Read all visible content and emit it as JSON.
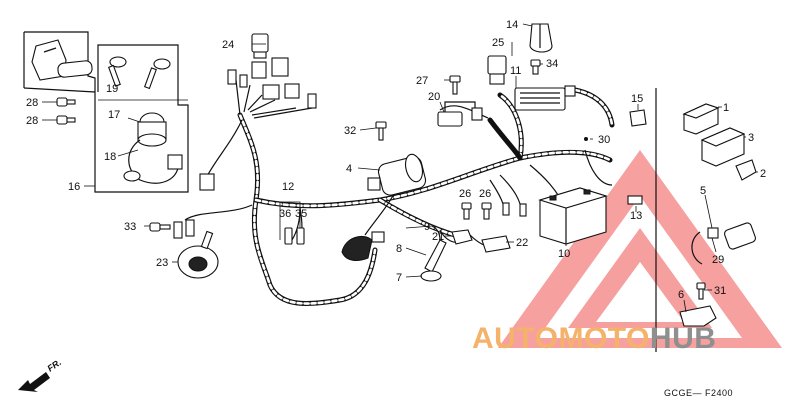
{
  "callouts": [
    {
      "id": "c1",
      "text": "1"
    },
    {
      "id": "c2",
      "text": "2"
    },
    {
      "id": "c3",
      "text": "3"
    },
    {
      "id": "c4",
      "text": "4"
    },
    {
      "id": "c5",
      "text": "5"
    },
    {
      "id": "c6",
      "text": "6"
    },
    {
      "id": "c7",
      "text": "7"
    },
    {
      "id": "c8",
      "text": "8"
    },
    {
      "id": "c9",
      "text": "9"
    },
    {
      "id": "c10",
      "text": "10"
    },
    {
      "id": "c11",
      "text": "11"
    },
    {
      "id": "c12",
      "text": "12"
    },
    {
      "id": "c13",
      "text": "13"
    },
    {
      "id": "c14",
      "text": "14"
    },
    {
      "id": "c15",
      "text": "15"
    },
    {
      "id": "c16",
      "text": "16"
    },
    {
      "id": "c17",
      "text": "17"
    },
    {
      "id": "c18",
      "text": "18"
    },
    {
      "id": "c19",
      "text": "19"
    },
    {
      "id": "c20",
      "text": "20"
    },
    {
      "id": "c21",
      "text": "21"
    },
    {
      "id": "c22",
      "text": "22"
    },
    {
      "id": "c23",
      "text": "23"
    },
    {
      "id": "c24",
      "text": "24"
    },
    {
      "id": "c25",
      "text": "25"
    },
    {
      "id": "c26a",
      "text": "26"
    },
    {
      "id": "c26b",
      "text": "26"
    },
    {
      "id": "c27",
      "text": "27"
    },
    {
      "id": "c28a",
      "text": "28"
    },
    {
      "id": "c28b",
      "text": "28"
    },
    {
      "id": "c29",
      "text": "29"
    },
    {
      "id": "c30",
      "text": "30"
    },
    {
      "id": "c31",
      "text": "31"
    },
    {
      "id": "c32",
      "text": "32"
    },
    {
      "id": "c33",
      "text": "33"
    },
    {
      "id": "c34",
      "text": "34"
    },
    {
      "id": "c35",
      "text": "35"
    },
    {
      "id": "c36",
      "text": "36"
    }
  ],
  "diagram_code": "GCGE— F2400",
  "direction_label": "FR.",
  "watermark": {
    "text_part1": "AUTOMOTO",
    "text_part2": "HUB",
    "color_part1": "#f4b26b",
    "color_part2": "#8f8f8f",
    "logo_color": "#f26a6a"
  }
}
